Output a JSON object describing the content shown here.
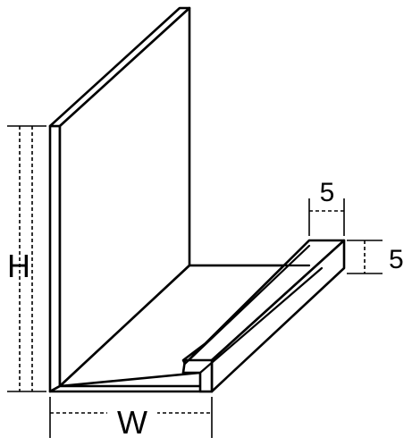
{
  "colors": {
    "stroke": "#000000",
    "background": "#ffffff",
    "face": "#ffffff"
  },
  "labels": {
    "height": "H",
    "width": "W",
    "lip_width": "5",
    "lip_height": "5"
  }
}
